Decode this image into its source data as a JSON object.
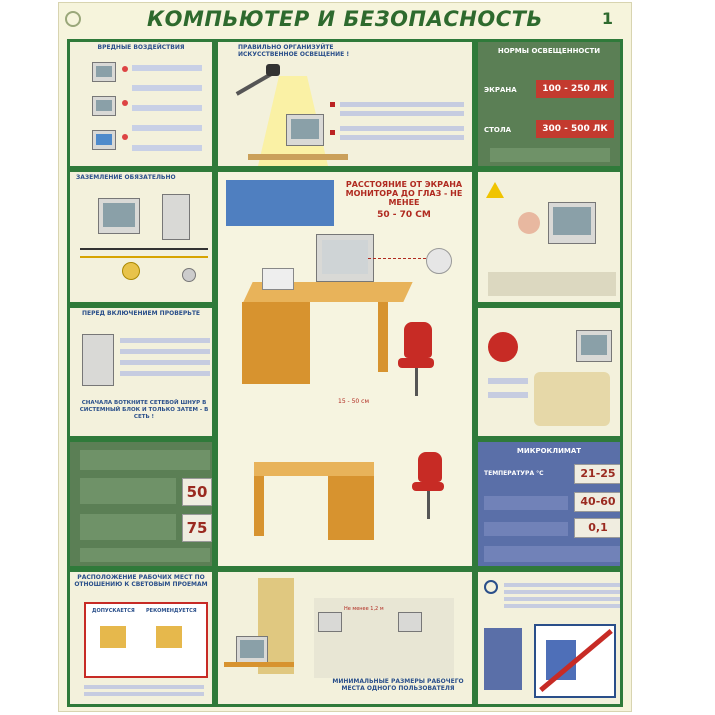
{
  "poster": {
    "title": "КОМПЬЮТЕР И БЕЗОПАСНОСТЬ",
    "page_number": "1"
  },
  "panels": {
    "harmful": {
      "header": "ВРЕДНЫЕ ВОЗДЕЙСТВИЯ"
    },
    "lighting": {
      "header": "ПРАВИЛЬНО ОРГАНИЗУЙТЕ ИСКУССТВЕННОЕ ОСВЕЩЕНИЕ !"
    },
    "illumination": {
      "header": "НОРМЫ ОСВЕЩЕННОСТИ",
      "screen_label": "ЭКРАНА",
      "screen_value": "100 - 250 ЛК",
      "table_label": "СТОЛА",
      "table_value": "300 - 500 ЛК"
    },
    "grounding": {
      "header": "ЗАЗЕМЛЕНИЕ ОБЯЗАТЕЛЬНО"
    },
    "distance": {
      "heading": "РАССТОЯНИЕ ОТ ЭКРАНА МОНИТОРА ДО ГЛАЗ - НЕ МЕНЕЕ",
      "value": "50 - 70 СМ",
      "desk_dim": "15 - 50 см"
    },
    "before_start": {
      "header": "ПЕРЕД ВКЛЮЧЕНИЕМ ПРОВЕРЬТЕ",
      "note": "СНАЧАЛА ВОТКНИТЕ СЕТЕВОЙ ШНУР В СИСТЕМНЫЙ БЛОК И ТОЛЬКО ЗАТЕМ - В СЕТЬ !"
    },
    "allowed_time": {
      "value_1": "50",
      "value_2": "75"
    },
    "microclimate": {
      "header": "МИКРОКЛИМАТ",
      "temp_label": "ТЕМПЕРАТУРА °С",
      "temp_value": "21-25",
      "humidity_value": "40-60",
      "air_value": "0,1"
    },
    "workplace": {
      "header": "РАСПОЛОЖЕНИЕ РАБОЧИХ МЕСТ ПО ОТНОШЕНИЮ К СВЕТОВЫМ ПРОЕМАМ",
      "allowed": "ДОПУСКАЕТСЯ",
      "recommended": "РЕКОМЕНДУЕТСЯ"
    },
    "min_size": {
      "distance": "Не менее 1,2 м",
      "note": "МИНИМАЛЬНЫЕ РАЗМЕРЫ РАБОЧЕГО МЕСТА ОДНОГО ПОЛЬЗОВАТЕЛЯ"
    },
    "prohibited": {
      "header": ""
    }
  },
  "colors": {
    "frame": "#2f7a3a",
    "title": "#2e6a2e",
    "accent_red": "#c33a2f",
    "panel_bg": "#f3f1dc"
  }
}
